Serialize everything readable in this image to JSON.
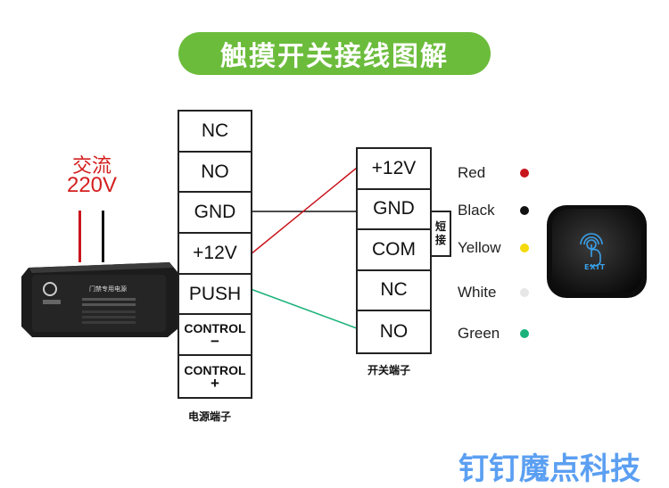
{
  "title": "触摸开关接线图解",
  "ac": {
    "label": "交流",
    "voltage": "220V"
  },
  "power_supply": {
    "unit_label": "门禁专用电源",
    "terminals": [
      "NC",
      "NO",
      "GND",
      "+12V",
      "PUSH"
    ],
    "control_label": "CONTROL",
    "control_minus": "−",
    "control_plus": "+",
    "caption": "电源端子"
  },
  "switch": {
    "terminals": [
      "+12V",
      "GND",
      "COM",
      "NC",
      "NO"
    ],
    "caption": "开关端子",
    "short_label": [
      "短",
      "接"
    ]
  },
  "legend": [
    {
      "name": "Red",
      "color": "#c8161d"
    },
    {
      "name": "Black",
      "color": "#111111"
    },
    {
      "name": "Yellow",
      "color": "#f5d90a"
    },
    {
      "name": "White",
      "color": "#e6e6e6"
    },
    {
      "name": "Green",
      "color": "#1bb27a"
    }
  ],
  "exit_button": {
    "label": "EXIT"
  },
  "colors": {
    "title_bg": "#6cbc3c",
    "red_wire": "#c8161d",
    "green_wire": "#1bb27a",
    "black_wire": "#111111"
  },
  "watermark": "钉钉魔点科技"
}
